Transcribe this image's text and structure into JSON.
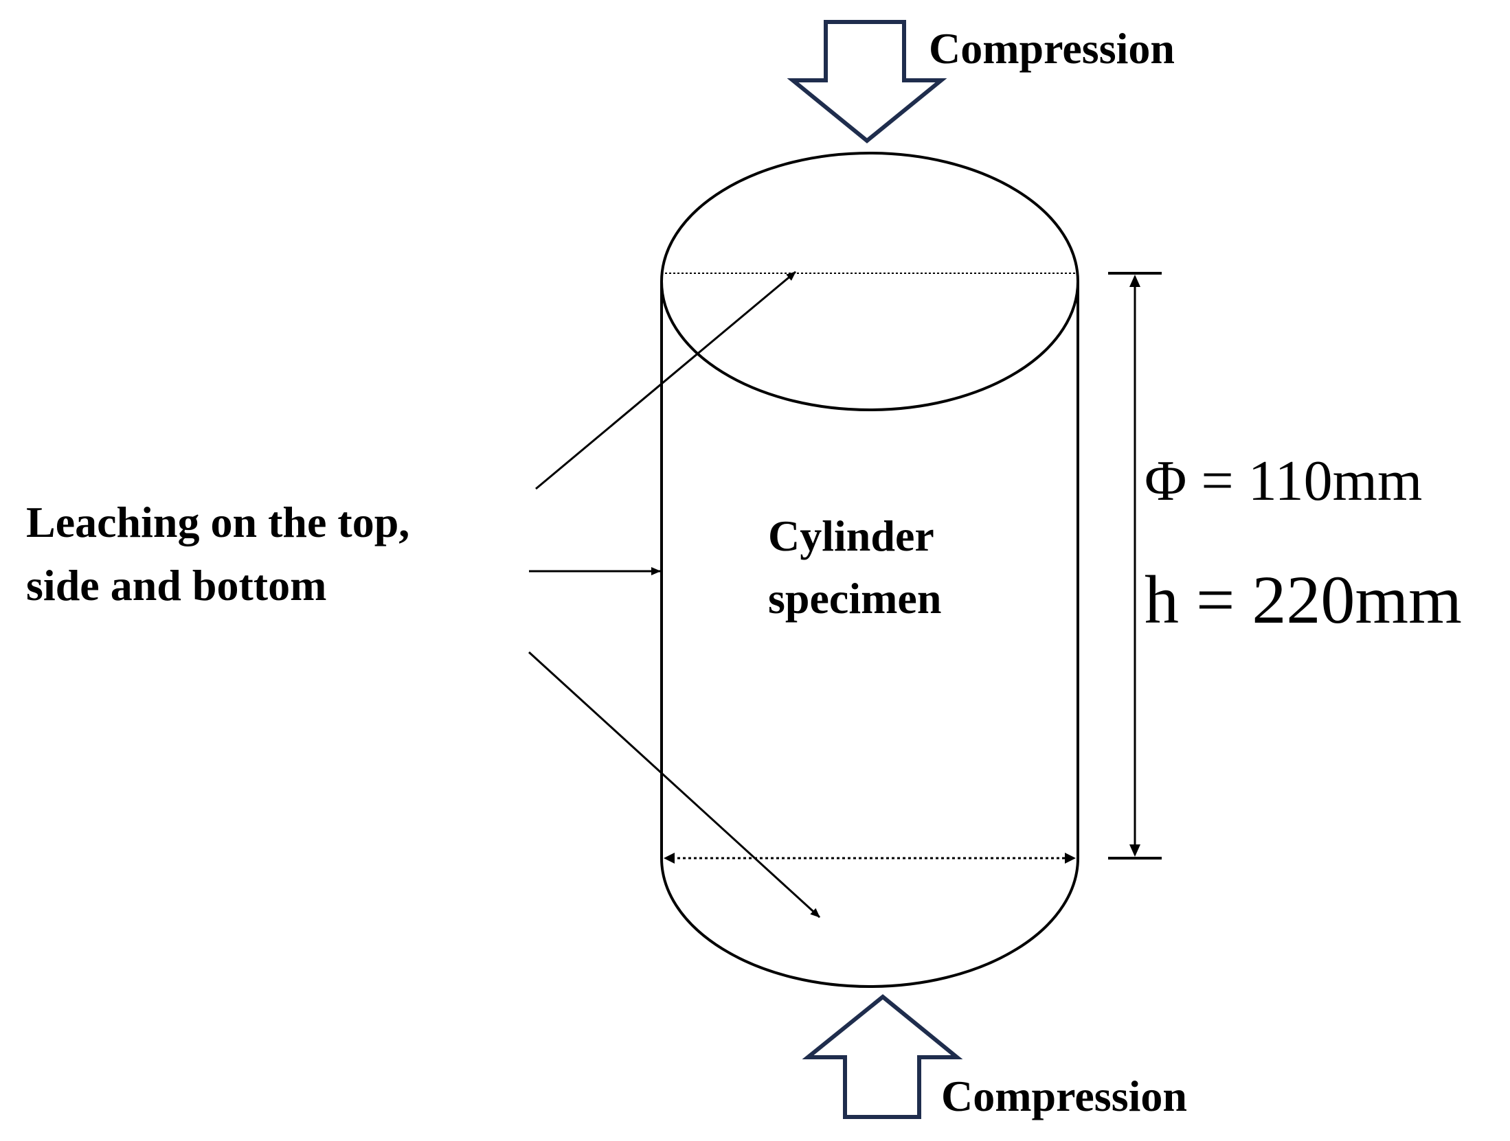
{
  "labels": {
    "compression_top": "Compression",
    "compression_bottom": "Compression",
    "leaching_line1": "Leaching on the top,",
    "leaching_line2": "side and bottom",
    "specimen_line1": "Cylinder",
    "specimen_line2": "specimen",
    "diameter": "Φ = 110mm",
    "height": "h = 220mm"
  },
  "colors": {
    "compression_arrow_stroke": "#1f2d4d",
    "line": "#000000"
  }
}
